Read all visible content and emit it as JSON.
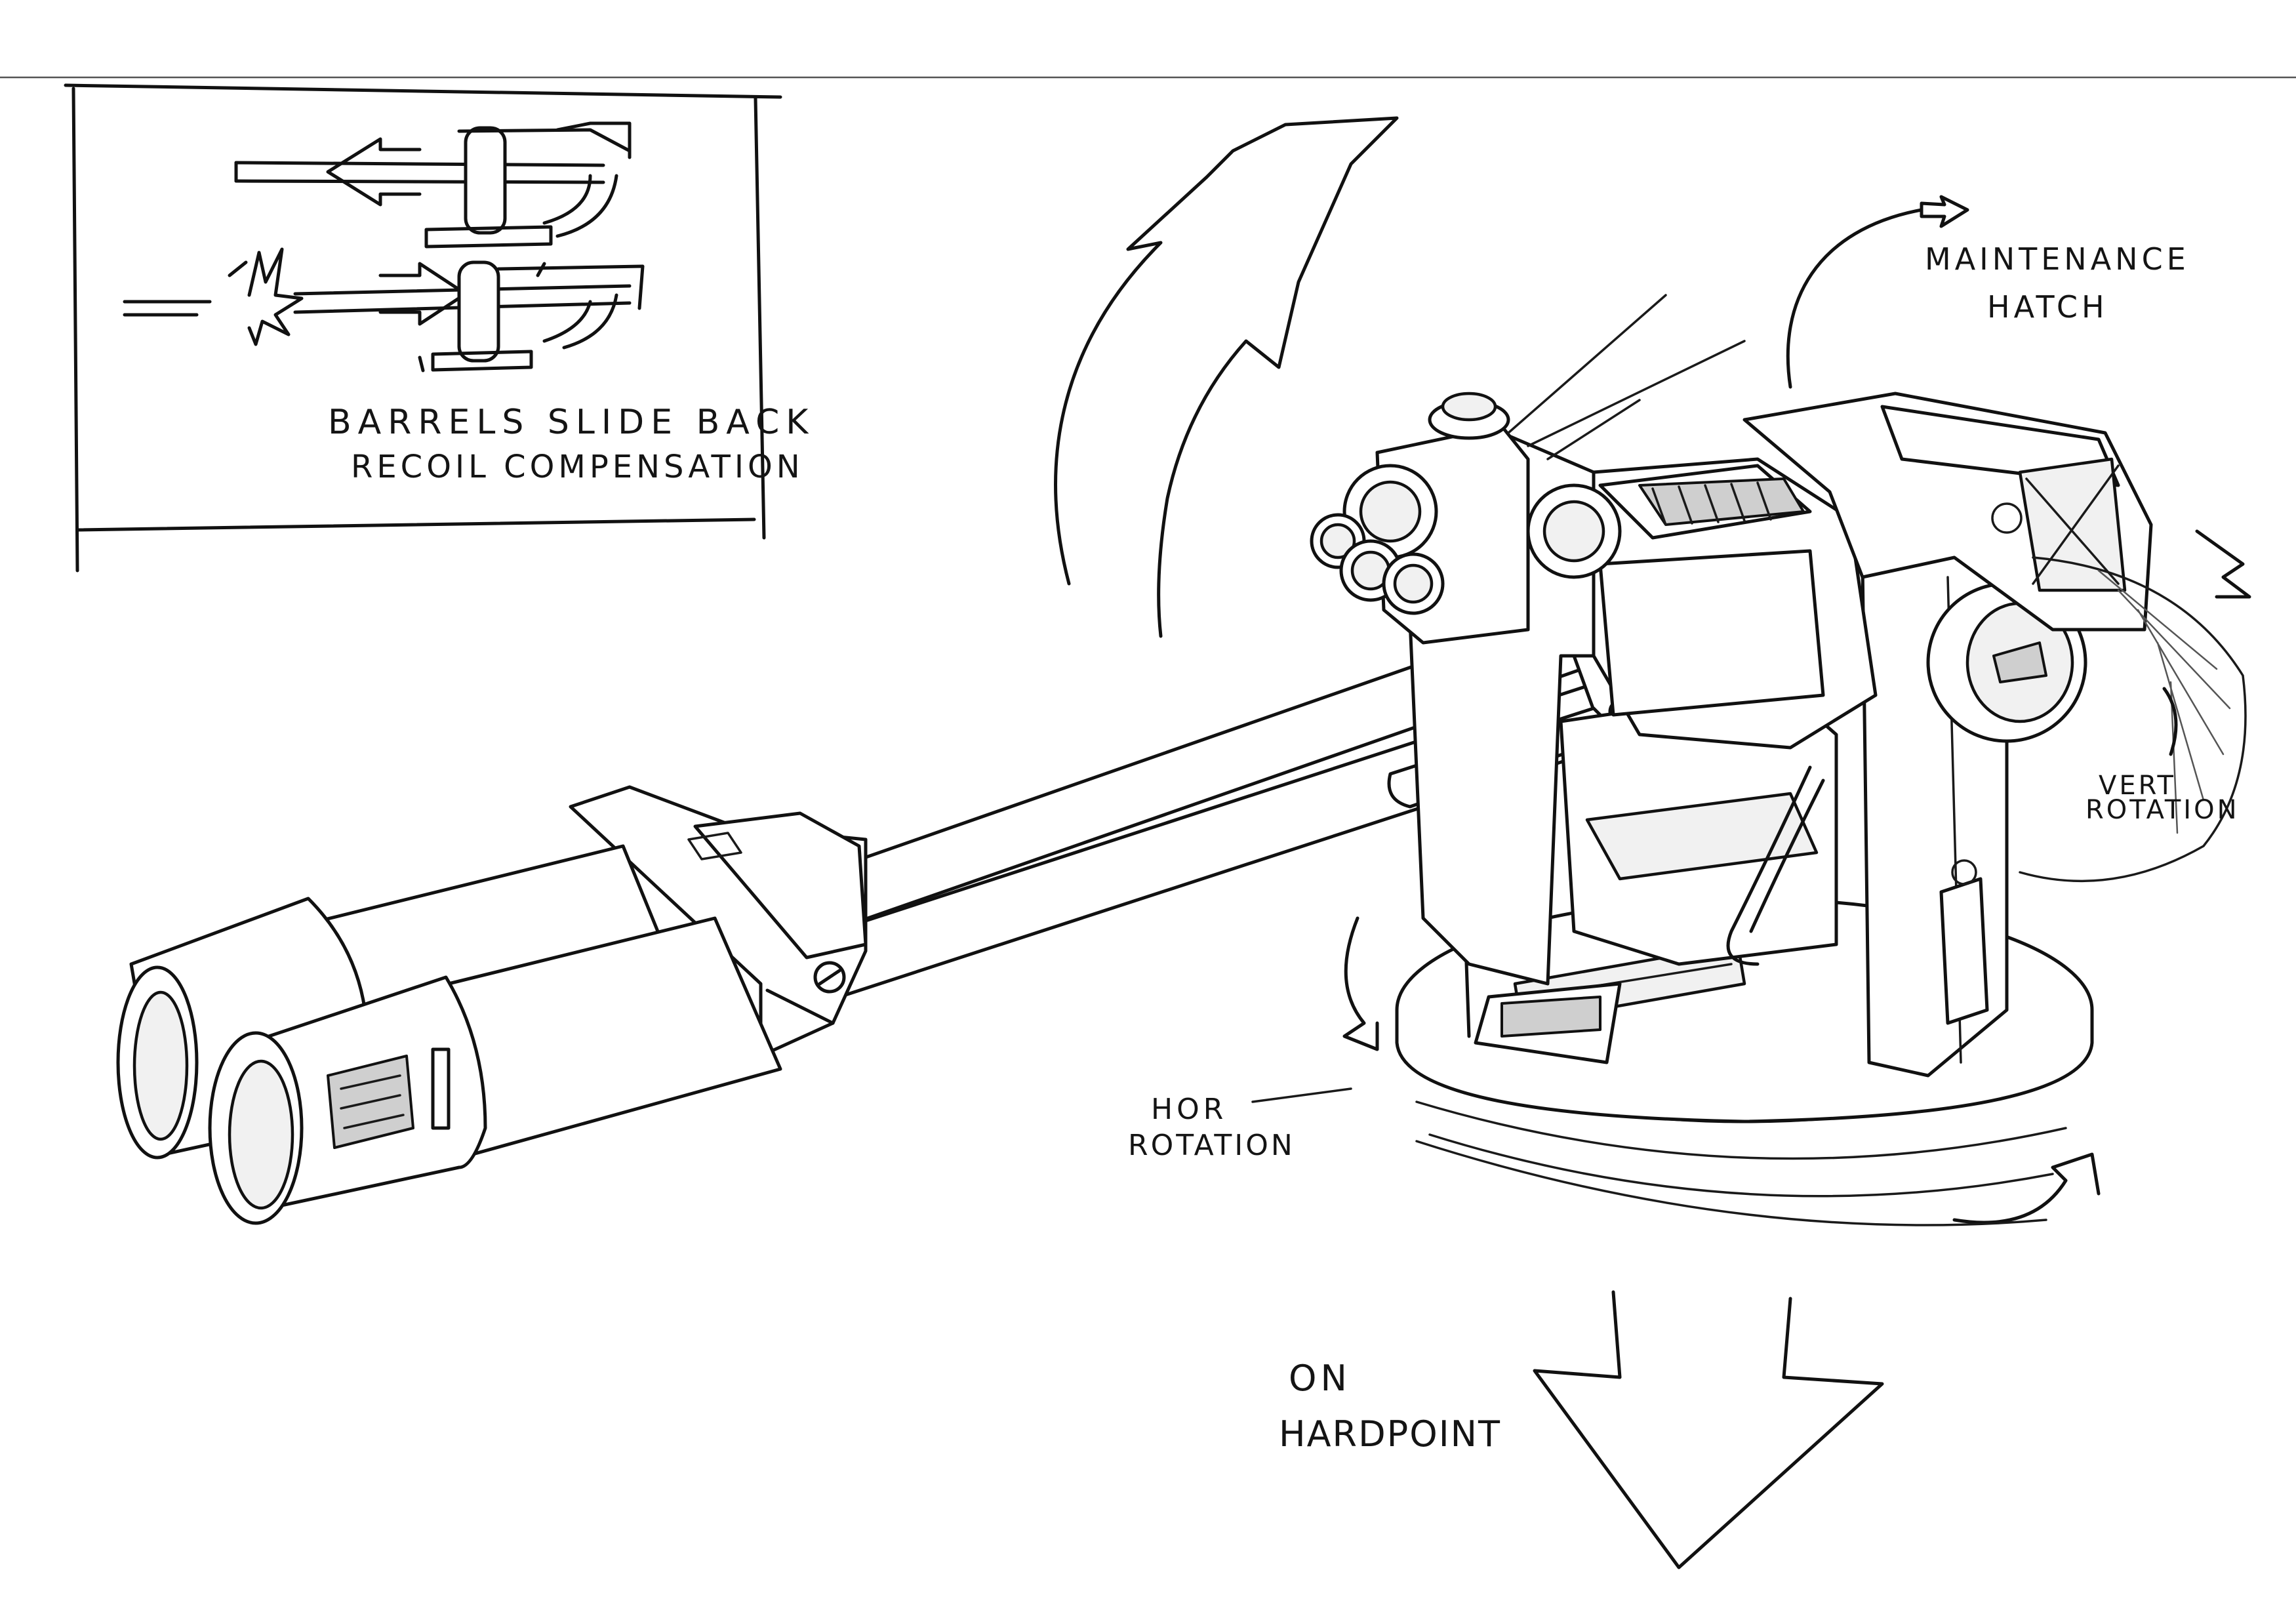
{
  "inset": {
    "caption_line1": "BARRELS SLIDE BACK",
    "caption_line2": "RECOIL COMPENSATION"
  },
  "annotations": {
    "maintenance_hatch_line1": "MAINTENANCE",
    "maintenance_hatch_line2": "HATCH",
    "vert_rotation_line1": "VERT",
    "vert_rotation_line2": "ROTATION",
    "hor_rotation_line1": "HOR",
    "hor_rotation_line2": "ROTATION",
    "hardpoint_line1": "ON",
    "hardpoint_line2": "HARDPOINT"
  },
  "colors": {
    "ink": "#111111",
    "paper": "#ffffff",
    "shade": "#d0d0d0"
  }
}
